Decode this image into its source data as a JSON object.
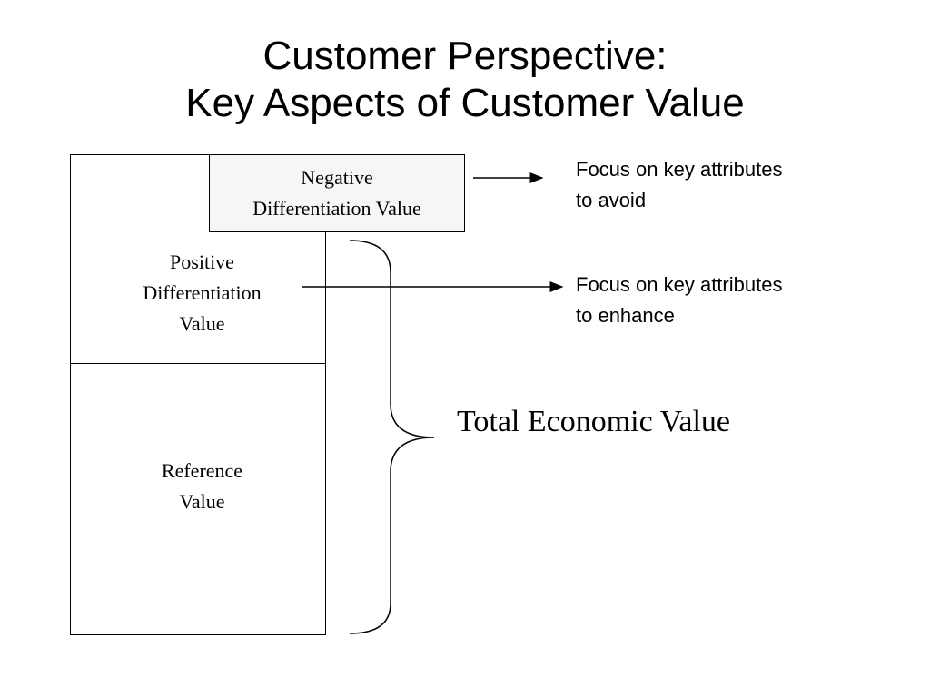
{
  "title": {
    "line1": "Customer Perspective:",
    "line2": "Key Aspects of Customer Value"
  },
  "diagram": {
    "negative_box": [
      "Negative",
      "Differentiation Value"
    ],
    "positive_label": [
      "Positive",
      "Differentiation",
      "Value"
    ],
    "reference_label": [
      "Reference",
      "Value"
    ],
    "focus_avoid": [
      "Focus on key attributes",
      "to avoid"
    ],
    "focus_enhance": [
      "Focus on key attributes",
      "to enhance"
    ],
    "total": "Total Economic Value"
  }
}
